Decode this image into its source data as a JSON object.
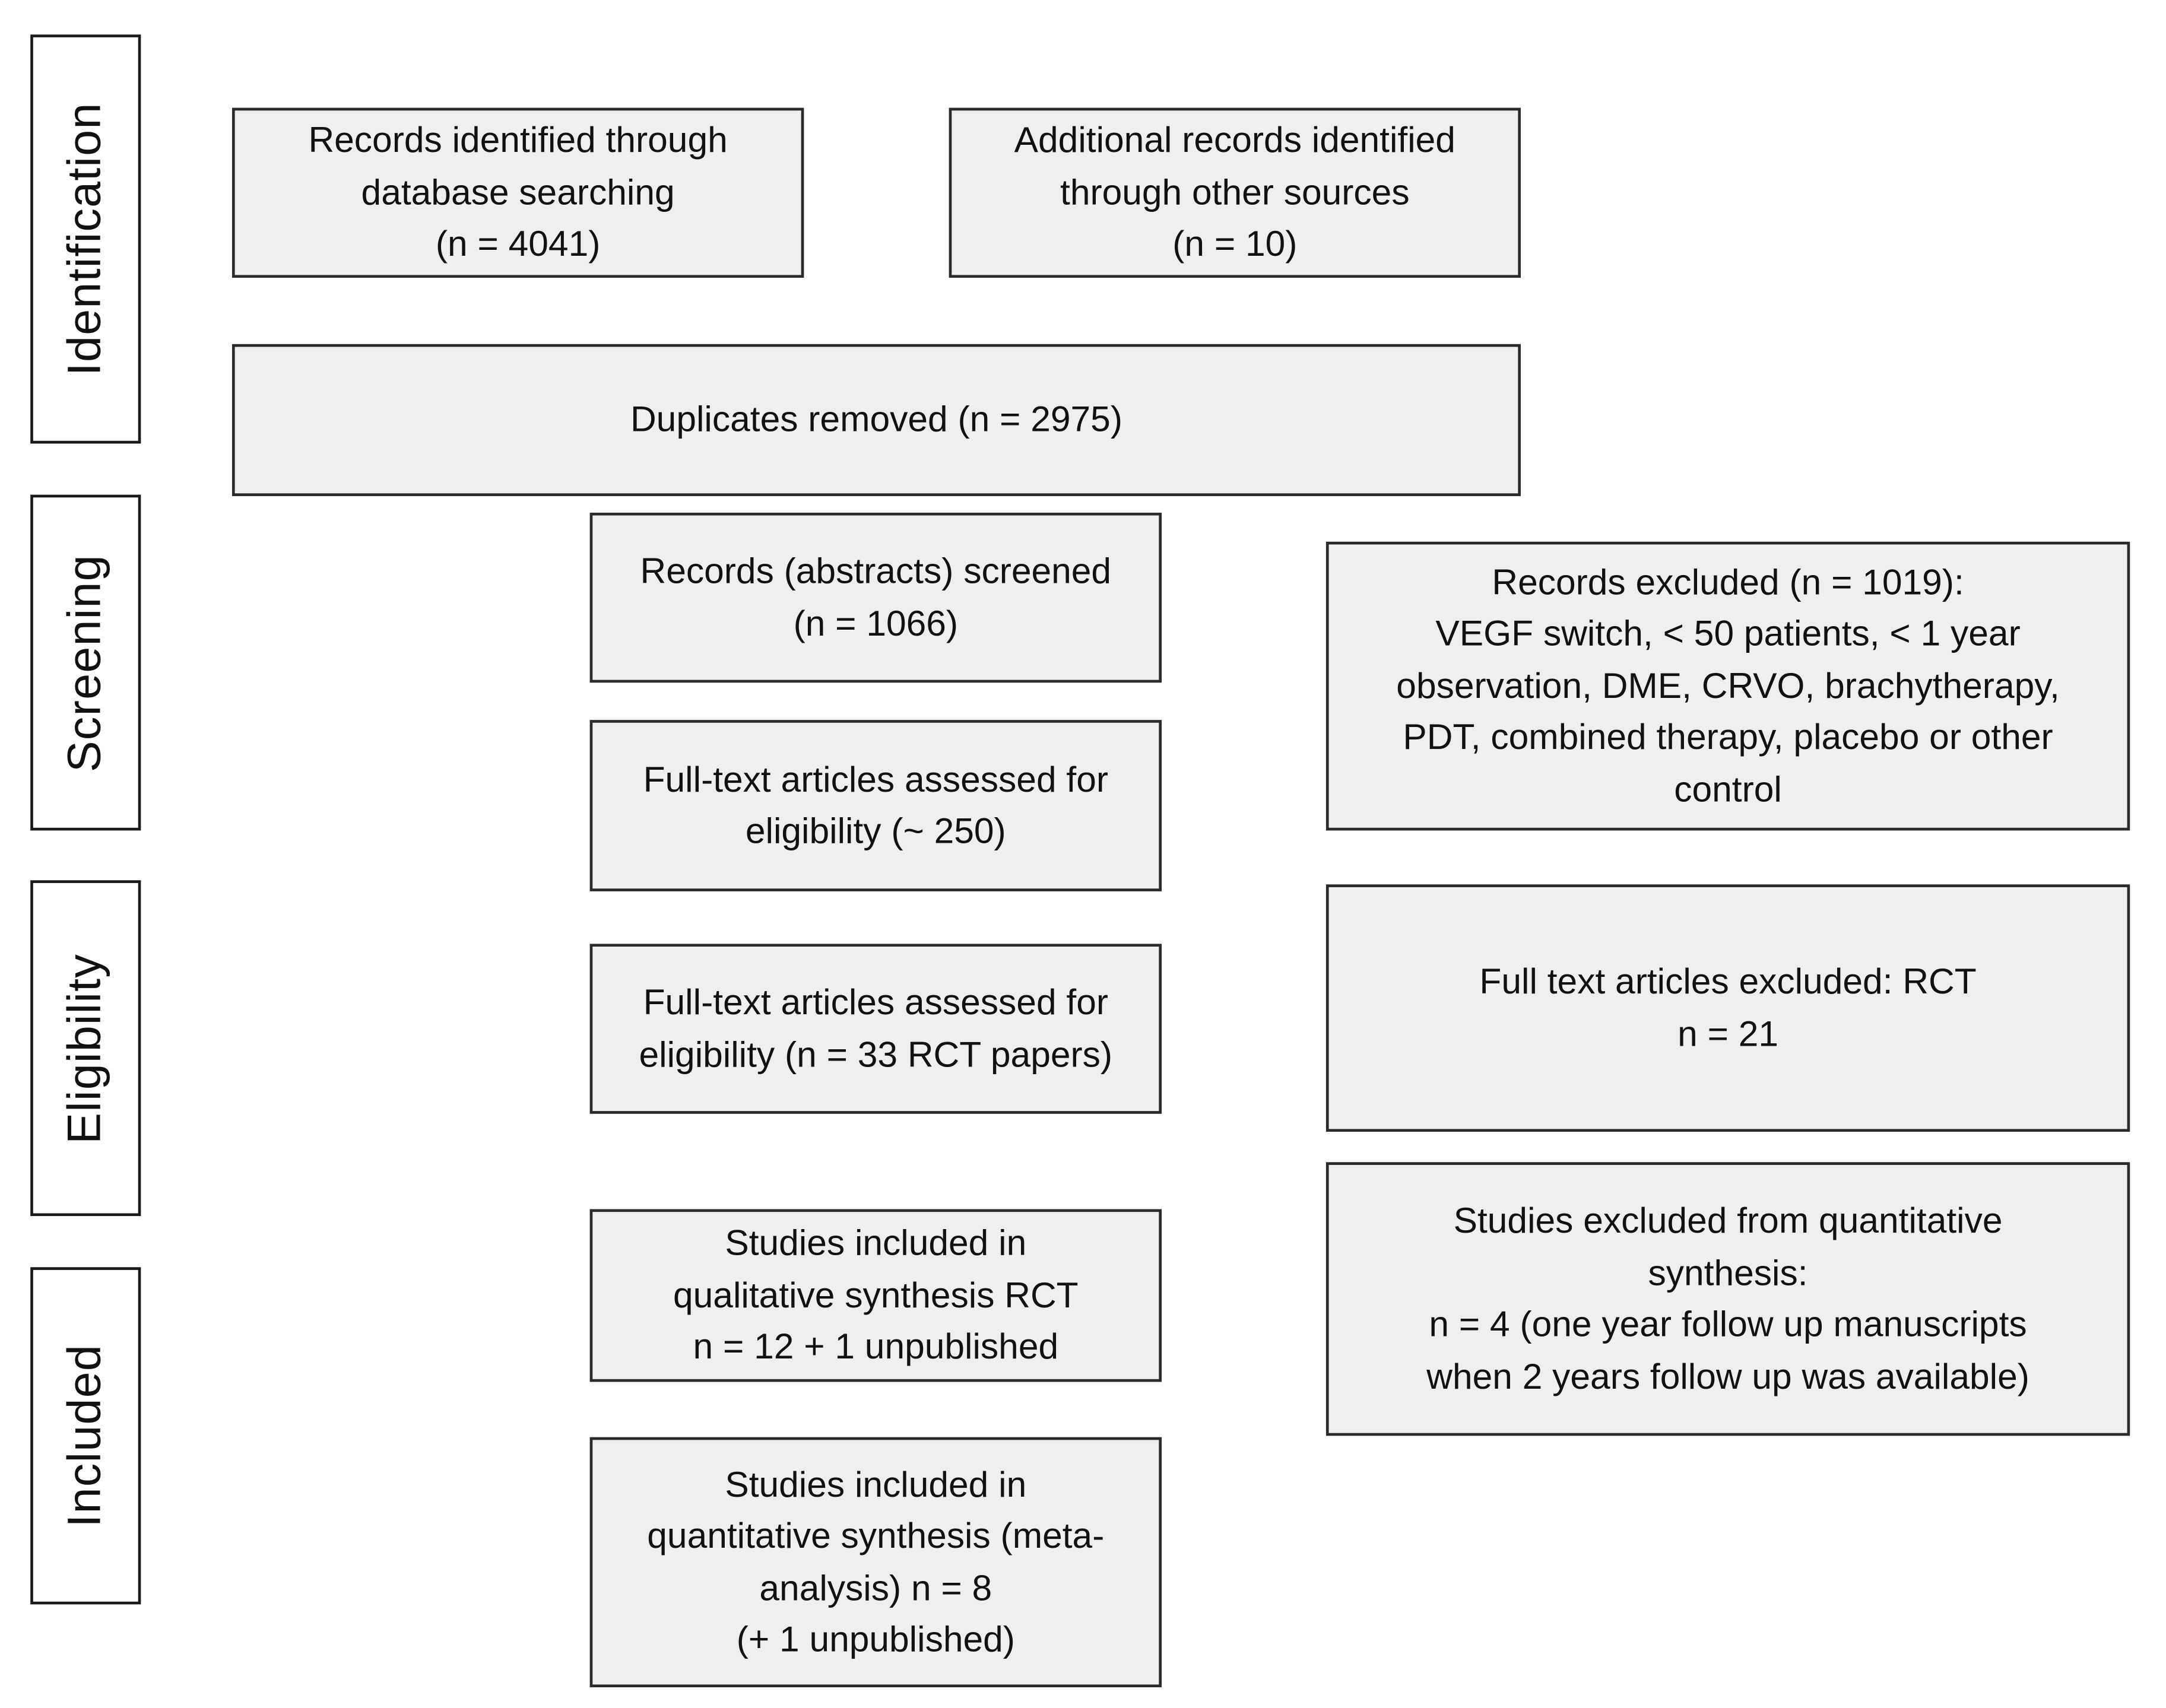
{
  "phases": {
    "identification": "Identification",
    "screening": "Screening",
    "eligibility": "Eligibility",
    "included": "Included"
  },
  "boxes": {
    "records_database": "Records identified through\ndatabase searching\n(n = 4041)",
    "records_other": "Additional records identified\nthrough other sources\n(n = 10)",
    "duplicates": "Duplicates removed (n = 2975)",
    "abstracts_screened": "Records (abstracts) screened\n(n = 1066)",
    "records_excluded": "Records excluded (n = 1019):\nVEGF switch, < 50 patients, < 1 year\nobservation, DME, CRVO, brachytherapy,\nPDT,  combined therapy, placebo or other\ncontrol",
    "fulltext_assessed_250": "Full-text articles assessed  for\neligibility  (~ 250)",
    "fulltext_assessed_33": "Full-text articles assessed  for\neligibility (n = 33 RCT papers)",
    "fulltext_excluded": "Full text articles excluded: RCT\nn = 21",
    "qualitative": "Studies included in\nqualitative synthesis  RCT\nn = 12 + 1 unpublished",
    "quantitative_excluded": "Studies excluded from quantitative\nsynthesis:\nn = 4 (one year follow up manuscripts\nwhen 2 years follow up was available)",
    "quantitative": "Studies included in\nquantitative synthesis (meta-\nanalysis) n = 8\n(+ 1 unpublished)"
  }
}
